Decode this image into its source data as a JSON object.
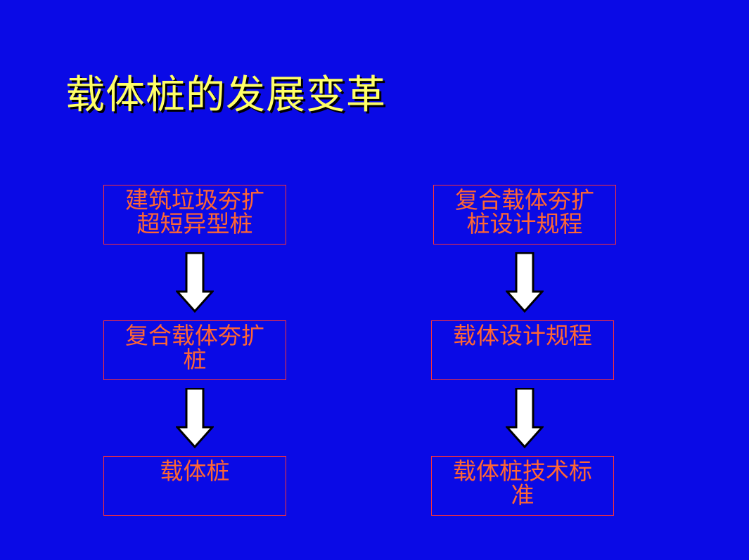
{
  "slide": {
    "title": "载体桩的发展变革",
    "colors": {
      "background": "#0a0ae6",
      "title": "#ffff66",
      "box_text": "#ff6633",
      "box_border": "#ff3333",
      "arrow_fill": "#ffffff"
    }
  },
  "flow_left": {
    "box1": {
      "line1": "建筑垃圾夯扩",
      "line2": "超短异型桩"
    },
    "box2": {
      "line1": "复合载体夯扩",
      "line2": "桩"
    },
    "box3": {
      "line1": "载体桩",
      "line2": ""
    }
  },
  "flow_right": {
    "box1": {
      "line1": "复合载体夯扩",
      "line2": "桩设计规程"
    },
    "box2": {
      "line1": "载体设计规程",
      "line2": ""
    },
    "box3": {
      "line1": "载体桩技术标",
      "line2": "准"
    }
  },
  "icons": {
    "arrow": "down-arrow-icon"
  }
}
